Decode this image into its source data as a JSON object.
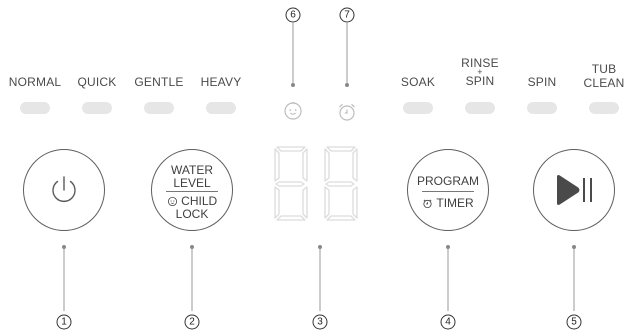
{
  "programs": {
    "normal": "NORMAL",
    "quick": "QUICK",
    "gentle": "GENTLE",
    "heavy": "HEAVY",
    "soak": "SOAK",
    "rinse_spin_top": "RINSE",
    "rinse_spin_plus": "+",
    "rinse_spin_bottom": "SPIN",
    "spin": "SPIN",
    "tub_clean_top": "TUB",
    "tub_clean_bottom": "CLEAN"
  },
  "buttons": {
    "water_level_line1": "WATER",
    "water_level_line2": "LEVEL",
    "child_lock_line1": "CHILD",
    "child_lock_line2": "LOCK",
    "program": "PROGRAM",
    "timer": "TIMER"
  },
  "callouts": {
    "c1": "1",
    "c2": "2",
    "c3": "3",
    "c4": "4",
    "c5": "5",
    "c6": "6",
    "c7": "7"
  },
  "colors": {
    "indicator_off": "#e6e6e6",
    "display_segment": "#dcdcdc",
    "outline": "#5e5e5e"
  },
  "icons": {
    "child_lock": "baby-face-icon",
    "timer": "alarm-clock-icon",
    "power": "power-icon",
    "start_pause": "play-pause-icon"
  }
}
